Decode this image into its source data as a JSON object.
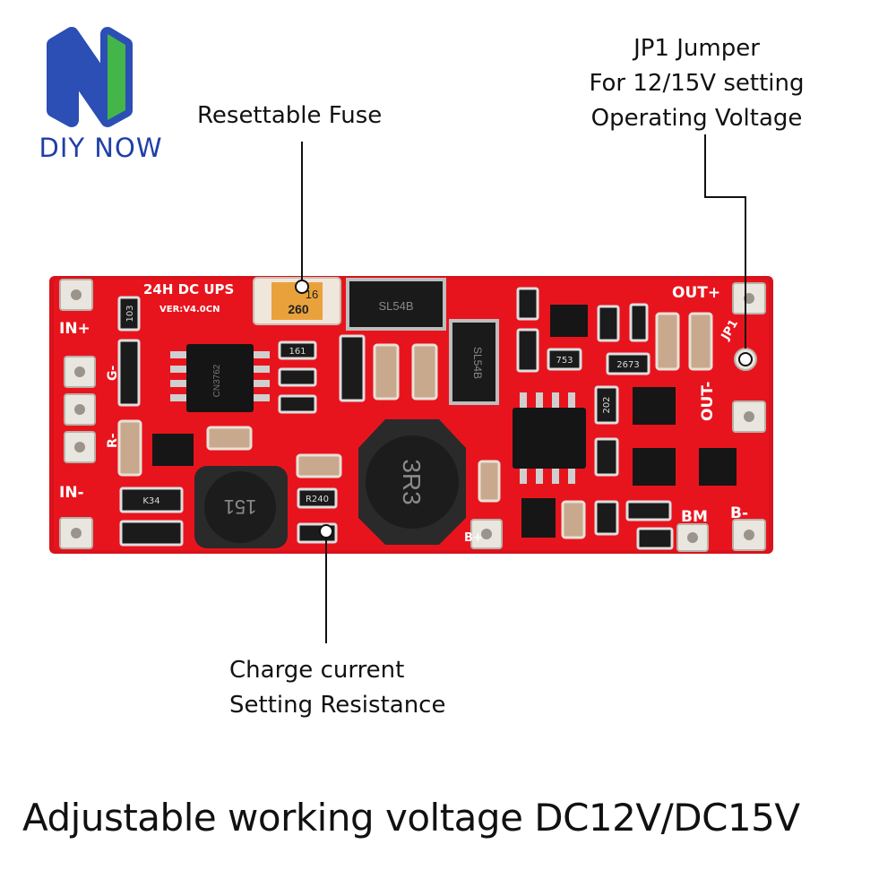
{
  "brand": {
    "name": "DIY NOW",
    "colors": {
      "blue": "#2b4fb4",
      "green": "#44b649"
    }
  },
  "callouts": {
    "fuse": "Resettable Fuse",
    "jumper": [
      "JP1 Jumper",
      "For 12/15V setting",
      "Operating Voltage"
    ],
    "resistor": [
      "Charge current",
      "Setting Resistance"
    ]
  },
  "headline": "Adjustable working voltage DC12V/DC15V",
  "board": {
    "color": "#e8141d",
    "silkscreen": {
      "title": "24H DC UPS",
      "version": "VER:V4.0CN",
      "in_plus": "IN+",
      "in_minus": "IN-",
      "out_plus": "OUT+",
      "out_minus": "OUT-",
      "b_minus": "B-",
      "bm": "BM",
      "jp1": "JP1",
      "b_plus": "B+",
      "g_minus": "G-",
      "r_minus": "R-"
    },
    "parts": {
      "fuse_top": "16",
      "fuse_code": "260",
      "inductor_left": "151",
      "inductor_main": "3R3",
      "diode_1": "SL54B",
      "diode_2": "SL54B",
      "res_161": "161",
      "res_753": "753",
      "res_2673": "2673",
      "res_103": "103",
      "res_r240": "R240",
      "res_202": "202",
      "ic_ch": "CN3762",
      "diode_k34": "K34"
    }
  }
}
